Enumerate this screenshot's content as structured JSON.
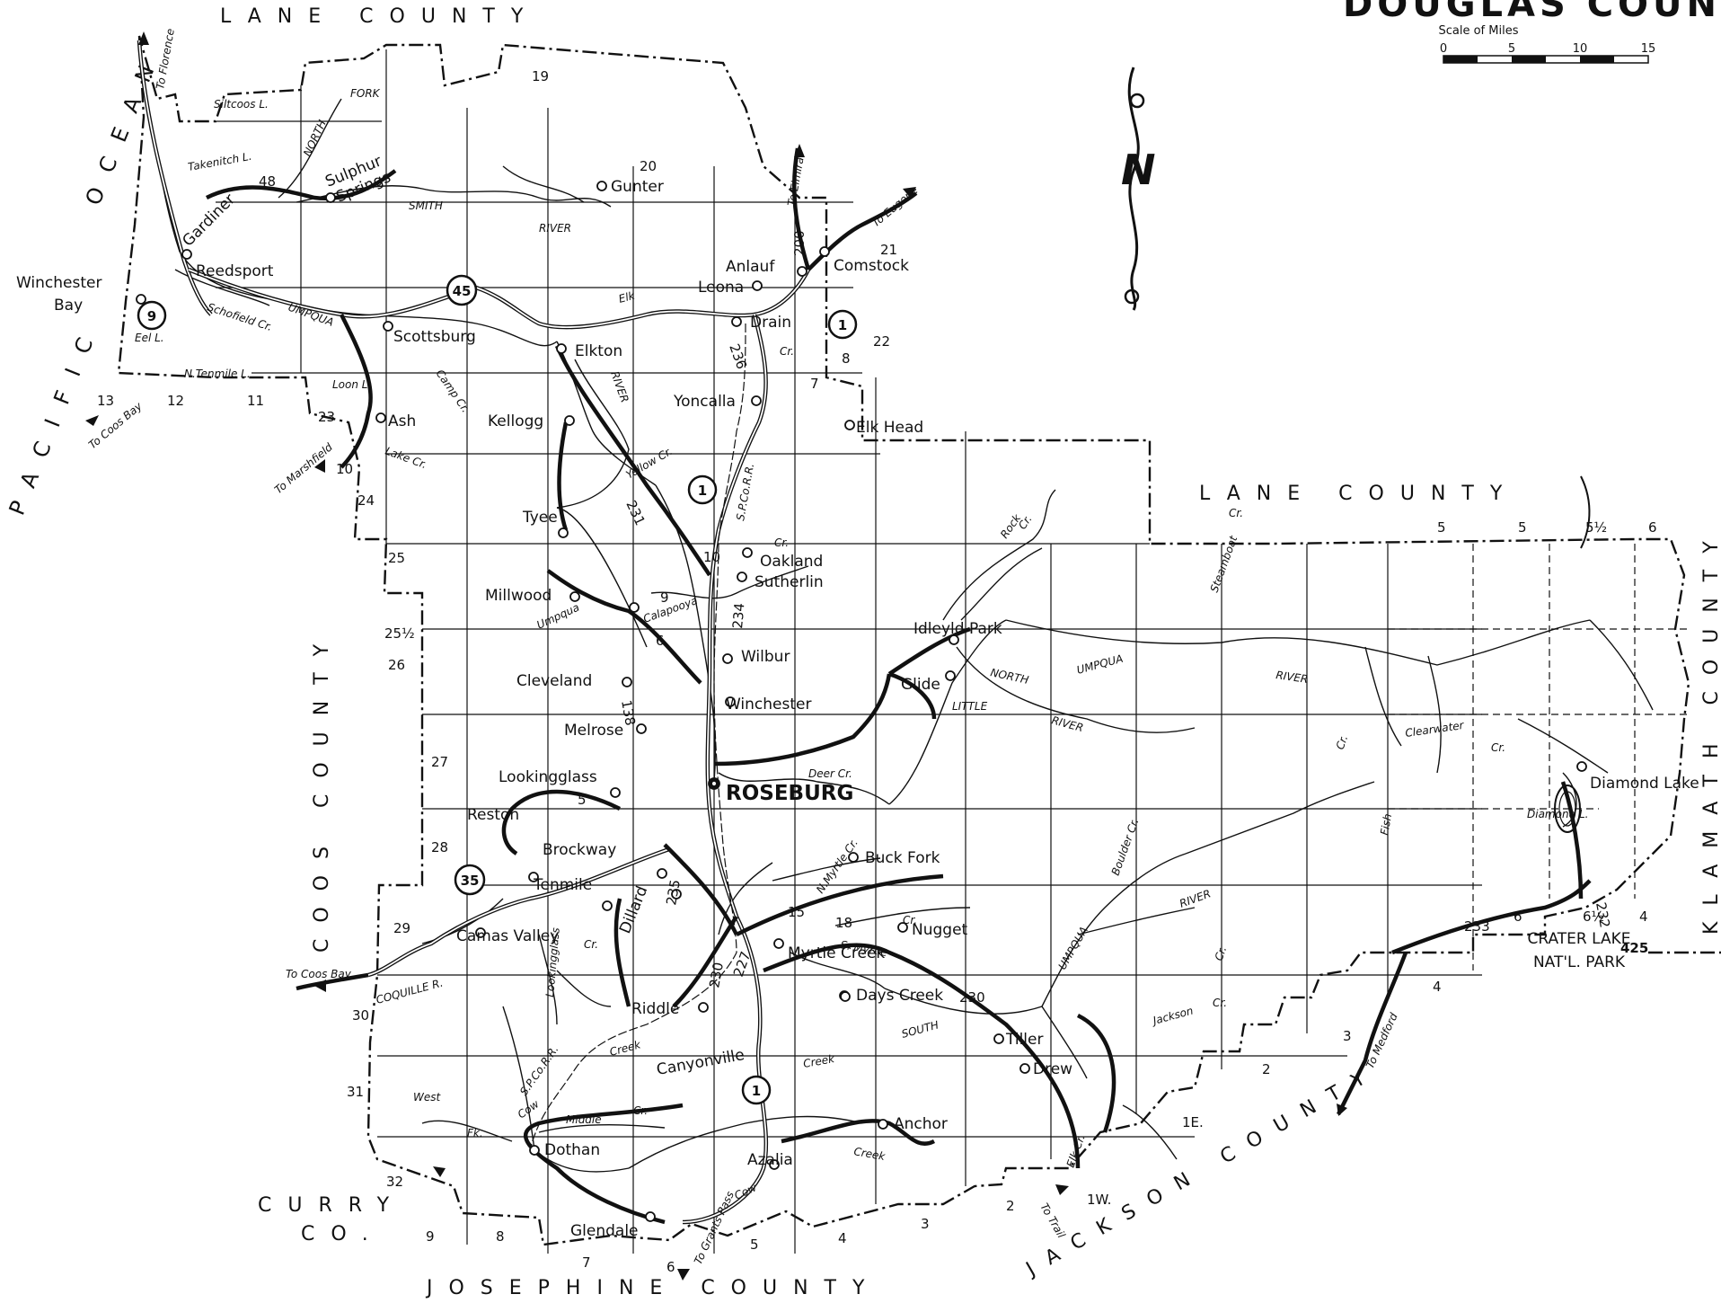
{
  "title": "DOUGLAS COUNTY",
  "scale": {
    "label": "Scale of Miles",
    "ticks": [
      "0",
      "5",
      "10",
      "15"
    ]
  },
  "north": "N",
  "regions": {
    "lane_top": "LANE COUNTY",
    "lane_right": "LANE COUNTY",
    "coos": "COOS COUNTY",
    "klamath": "KLAMATH COUNTY",
    "jackson": "JACKSON COUNTY",
    "josephine": "JOSEPHINE COUNTY",
    "curry": [
      "CURRY",
      "CO."
    ],
    "ocean": [
      "PACIFIC",
      "OCEAN"
    ],
    "crater": [
      "CRATER LAKE",
      "NAT'L. PARK"
    ]
  },
  "towns": [
    {
      "name": "ROSEBURG",
      "major": true
    },
    {
      "name": "Gardiner"
    },
    {
      "name": "Reedsport"
    },
    {
      "name": "Winchester"
    },
    {
      "name": "Bay"
    },
    {
      "name": "Sulphur"
    },
    {
      "name": "Springs"
    },
    {
      "name": "Gunter"
    },
    {
      "name": "Scottsburg"
    },
    {
      "name": "Elkton"
    },
    {
      "name": "Ash"
    },
    {
      "name": "Kellogg"
    },
    {
      "name": "Anlauf"
    },
    {
      "name": "Leona"
    },
    {
      "name": "Comstock"
    },
    {
      "name": "Drain"
    },
    {
      "name": "Yoncalla"
    },
    {
      "name": "Elk Head"
    },
    {
      "name": "Tyee"
    },
    {
      "name": "Oakland"
    },
    {
      "name": "Sutherlin"
    },
    {
      "name": "Millwood"
    },
    {
      "name": "Idleyld Park"
    },
    {
      "name": "Wilbur"
    },
    {
      "name": "Cleveland"
    },
    {
      "name": "Glide"
    },
    {
      "name": "Winchester"
    },
    {
      "name": "Melrose"
    },
    {
      "name": "Lookingglass"
    },
    {
      "name": "Reston"
    },
    {
      "name": "Brockway"
    },
    {
      "name": "Tenmile"
    },
    {
      "name": "Buck Fork"
    },
    {
      "name": "Camas Valley"
    },
    {
      "name": "Nugget"
    },
    {
      "name": "Myrtle Creek"
    },
    {
      "name": "Riddle"
    },
    {
      "name": "Days Creek"
    },
    {
      "name": "Canyonville"
    },
    {
      "name": "Tiller"
    },
    {
      "name": "Drew"
    },
    {
      "name": "Anchor"
    },
    {
      "name": "Dothan"
    },
    {
      "name": "Azalia"
    },
    {
      "name": "Glendale"
    },
    {
      "name": "Diamond Lake"
    },
    {
      "name": "Dillard"
    }
  ],
  "water_labels": [
    "Siltcoos L.",
    "Takenitch L.",
    "NORTH",
    "FORK",
    "SMITH",
    "RIVER",
    "UMPQUA",
    "Schofield Cr.",
    "Eel L.",
    "N.Tenmile L.",
    "Loon L.",
    "Camp Cr.",
    "Lake Cr.",
    "RIVER",
    "Elk",
    "Cr.",
    "Yellow Cr.",
    "S.P.Co.R.R.",
    "Calapooya",
    "Umpqua",
    "Cr.",
    "Rock",
    "Cr.",
    "Steamboat",
    "Cr.",
    "NORTH",
    "UMPQUA",
    "RIVER",
    "LITTLE",
    "RIVER",
    "Deer Cr.",
    "Clearwater",
    "Cr.",
    "Fish",
    "Cr.",
    "Diamond L.",
    "Boulder Cr.",
    "N.Myrtle Cr.",
    "S. Myrtle",
    "Cr.",
    "UMPQUA",
    "RIVER",
    "Jackson",
    "Cr.",
    "Cr.",
    "SOUTH",
    "Creek",
    "COQUILLE R.",
    "Lookingglass",
    "Cr.",
    "S.P.Co.R.R.",
    "Cow",
    "Creek",
    "West",
    "Fk.",
    "Middle",
    "Cr.",
    "Creek",
    "Cow",
    "Elk Cr."
  ],
  "route_markers": [
    "9",
    "45",
    "1",
    "1",
    "35",
    "1"
  ],
  "route_numbers": [
    "48",
    "200",
    "236",
    "231",
    "234",
    "138",
    "235",
    "230",
    "227",
    "230",
    "233",
    "232",
    "425"
  ],
  "township_numbers": [
    "19",
    "20",
    "21",
    "22",
    "13",
    "12",
    "11",
    "23",
    "10",
    "24",
    "25",
    "25½",
    "26",
    "27",
    "28",
    "29",
    "30",
    "31",
    "32",
    "9",
    "8",
    "7",
    "6",
    "5",
    "4",
    "3",
    "2",
    "1E.",
    "1W.",
    "2",
    "3",
    "4",
    "5",
    "5½",
    "6",
    "5",
    "6",
    "6½",
    "4",
    "10",
    "9",
    "5",
    "15",
    "18",
    "6",
    "8",
    "7"
  ],
  "road_notes": [
    "To Florence",
    "To Coos Bay",
    "To Marshfield",
    "To Elmira",
    "To Eugene",
    "To Coos Bay",
    "To Grants Pass",
    "To Trail",
    "To Medford"
  ]
}
